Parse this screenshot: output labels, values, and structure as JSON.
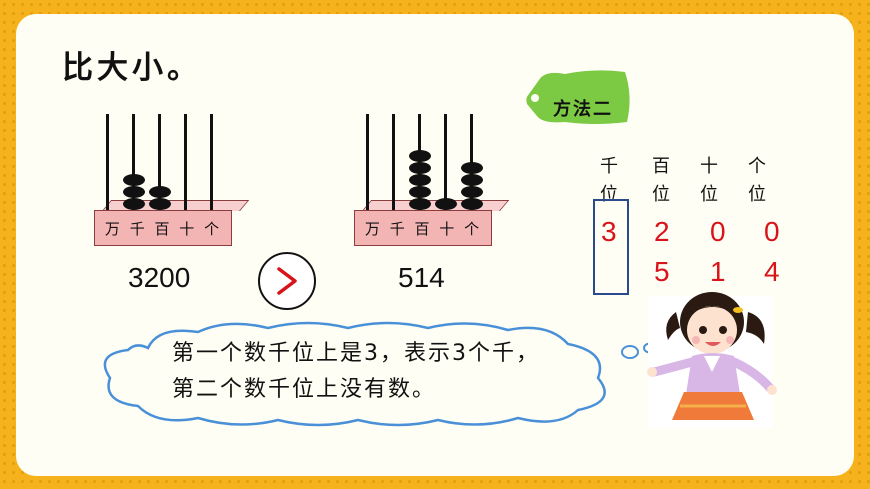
{
  "title": "比大小。",
  "method_tag": "方法二",
  "abacus_labels": [
    "万",
    "千",
    "百",
    "十",
    "个"
  ],
  "abacus_left": {
    "number": "3200",
    "beads": [
      0,
      3,
      2,
      0,
      0
    ]
  },
  "abacus_right": {
    "number": "514",
    "beads": [
      0,
      0,
      5,
      1,
      4
    ]
  },
  "compare_symbol": ">",
  "place_headers": [
    {
      "top": "千",
      "bottom": "位"
    },
    {
      "top": "百",
      "bottom": "位"
    },
    {
      "top": "十",
      "bottom": "位"
    },
    {
      "top": "个",
      "bottom": "位"
    }
  ],
  "row1_digits": [
    "3",
    "2",
    "0",
    "0"
  ],
  "row2_digits": [
    "",
    "5",
    "1",
    "4"
  ],
  "speech_line1": "第一个数千位上是3，表示3个千，",
  "speech_line2": "第二个数千位上没有数。",
  "colors": {
    "digit_red": "#d8131a",
    "tag_green": "#7cc943",
    "box_blue": "#2a4a8c",
    "cloud_blue": "#4a90d9"
  }
}
